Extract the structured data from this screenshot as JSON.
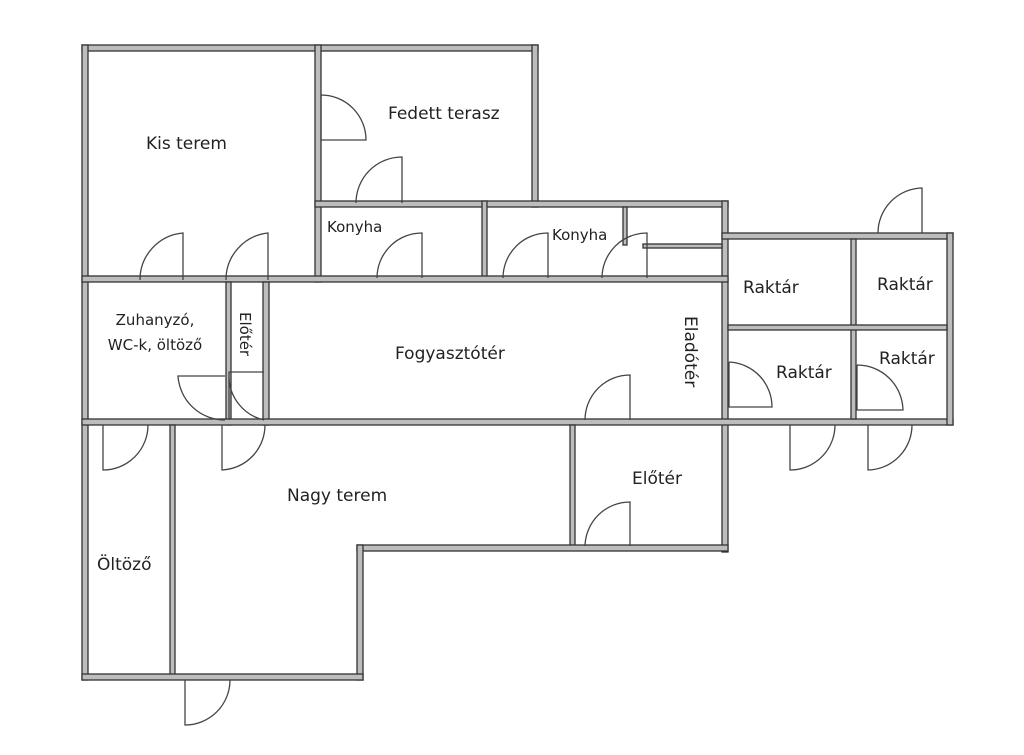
{
  "floor_plan": {
    "rooms": {
      "kis_terem": "Kis terem",
      "fedett_terasz": "Fedett terasz",
      "konyha_1": "Konyha",
      "konyha_2": "Konyha",
      "zuhanyzo_line1": "Zuhanyzó,",
      "zuhanyzo_line2": "WC-k, öltöző",
      "eloter_small": "Előtér",
      "fogyasztoter": "Fogyasztótér",
      "eladoter": "Eladótér",
      "raktar_1": "Raktár",
      "raktar_2": "Raktár",
      "raktar_3": "Raktár",
      "raktar_4": "Raktár",
      "nagy_terem": "Nagy terem",
      "eloter": "Előtér",
      "oltozo": "Öltöző"
    },
    "colors": {
      "wall_fill": "#bdbdbd",
      "line": "#333333",
      "background": "#ffffff"
    }
  }
}
